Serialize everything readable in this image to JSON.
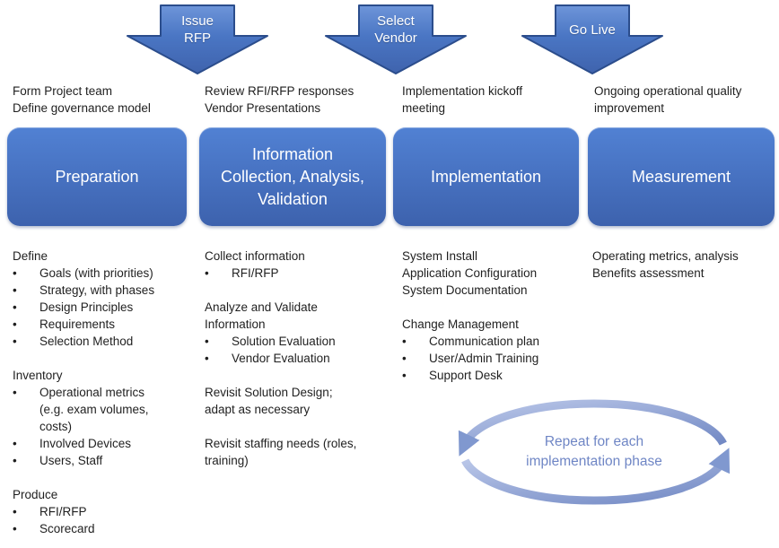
{
  "callouts": [
    {
      "label": "Issue\nRFP"
    },
    {
      "label": "Select\nVendor"
    },
    {
      "label": "Go Live"
    }
  ],
  "annotations": [
    "Form Project team\nDefine governance model",
    "Review RFI/RFP responses\nVendor Presentations",
    "Implementation kickoff\nmeeting",
    "Ongoing operational quality\nimprovement"
  ],
  "phases": [
    {
      "title": "Preparation"
    },
    {
      "title": "Information\nCollection, Analysis,\nValidation"
    },
    {
      "title": "Implementation"
    },
    {
      "title": "Measurement"
    }
  ],
  "details": [
    {
      "sections": [
        {
          "heading": "Define",
          "items": [
            "Goals (with priorities)",
            "Strategy, with phases",
            "Design Principles",
            "Requirements",
            "Selection Method"
          ]
        },
        {
          "heading": "Inventory",
          "items": [
            "Operational metrics\n(e.g. exam volumes,\ncosts)",
            "Involved Devices",
            "Users, Staff"
          ]
        },
        {
          "heading": "Produce",
          "items": [
            "RFI/RFP",
            "Scorecard"
          ]
        }
      ]
    },
    {
      "sections": [
        {
          "heading": "Collect information",
          "items": [
            "RFI/RFP"
          ]
        },
        {
          "heading": "Analyze and Validate\nInformation",
          "items": [
            "Solution Evaluation",
            "Vendor Evaluation"
          ]
        },
        {
          "heading": "Revisit Solution Design;\nadapt as necessary",
          "items": []
        },
        {
          "heading": "Revisit staffing needs (roles,\ntraining)",
          "items": []
        }
      ]
    },
    {
      "sections": [
        {
          "heading": "System Install\nApplication Configuration\nSystem Documentation",
          "items": []
        },
        {
          "heading": "Change Management",
          "items": [
            "Communication plan",
            "User/Admin Training",
            "Support Desk"
          ]
        }
      ]
    },
    {
      "sections": [
        {
          "heading": "Operating metrics, analysis\nBenefits assessment",
          "items": []
        }
      ]
    }
  ],
  "cycle": {
    "label": "Repeat for each\nimplementation phase"
  },
  "colors": {
    "shape_fill_top": "#5181d3",
    "shape_fill_mid": "#4670bf",
    "shape_fill_bottom": "#3d62ad",
    "arrow_grad_top": "#6e95d9",
    "arrow_grad_mid": "#4a76c4",
    "arrow_grad_bottom": "#3f63ad",
    "arrow_border": "#2b4d8c",
    "cycle_stroke_light": "#b9c6e8",
    "cycle_stroke_dark": "#7289c4",
    "cycle_arrowhead": "#8098cf",
    "cycle_text": "#6f86c5",
    "body_text": "#1f1f1f"
  }
}
